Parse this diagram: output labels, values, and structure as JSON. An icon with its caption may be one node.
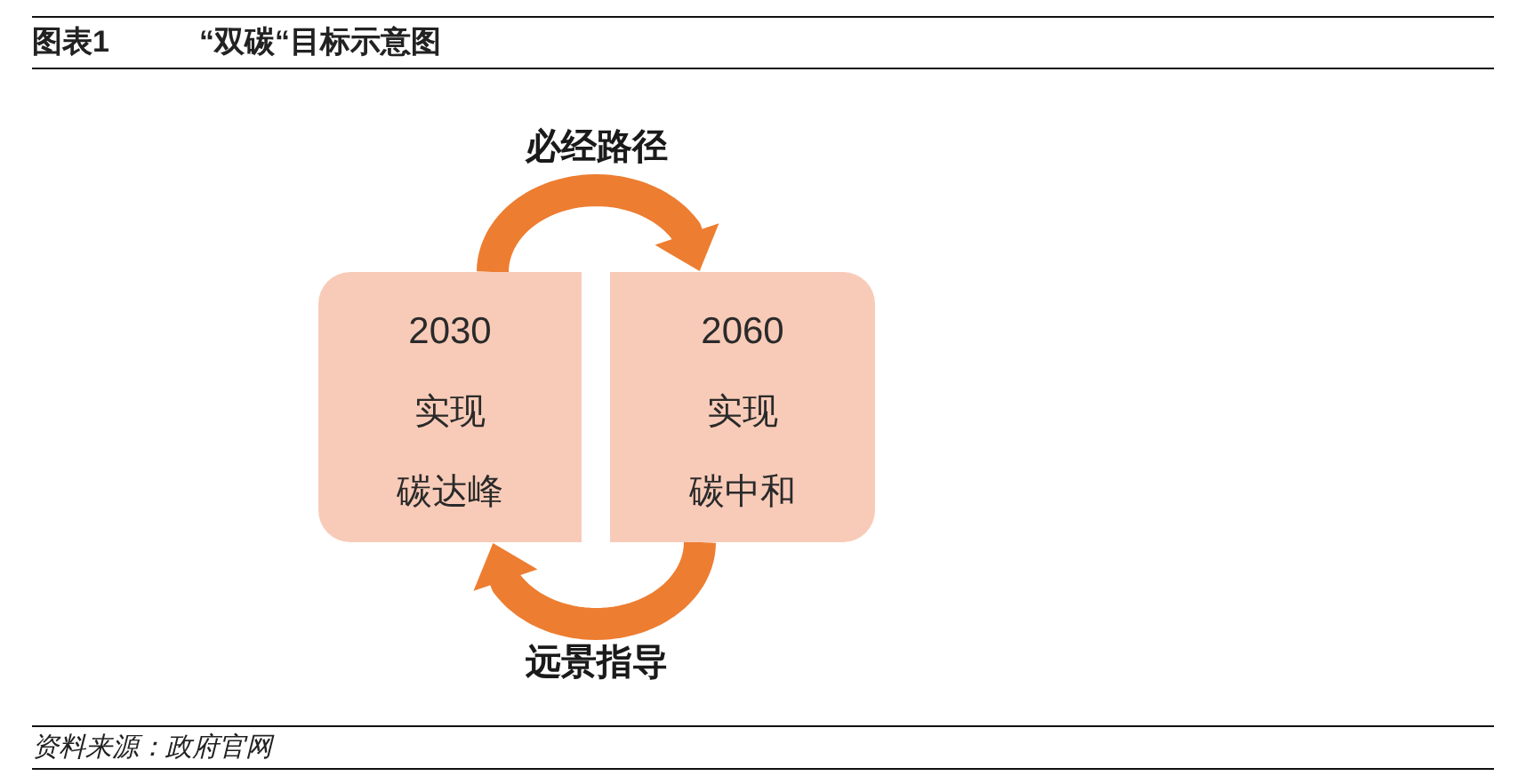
{
  "diagram": {
    "title": "“双碳“目标示意图",
    "caption": "资料来源：政府官网",
    "nodes": [
      {
        "text": [
          "2030",
          "实现",
          "碳达峰"
        ]
      },
      {
        "text": [
          "2060",
          "实现",
          "碳中和"
        ]
      }
    ],
    "edges": [
      {
        "from": 0,
        "to": 1,
        "arrow": "to",
        "label": "必经路径"
      },
      {
        "from": 1,
        "to": 0,
        "arrow": "to",
        "label": "远景指导"
      }
    ],
    "labels": [
      "图表1"
    ]
  }
}
